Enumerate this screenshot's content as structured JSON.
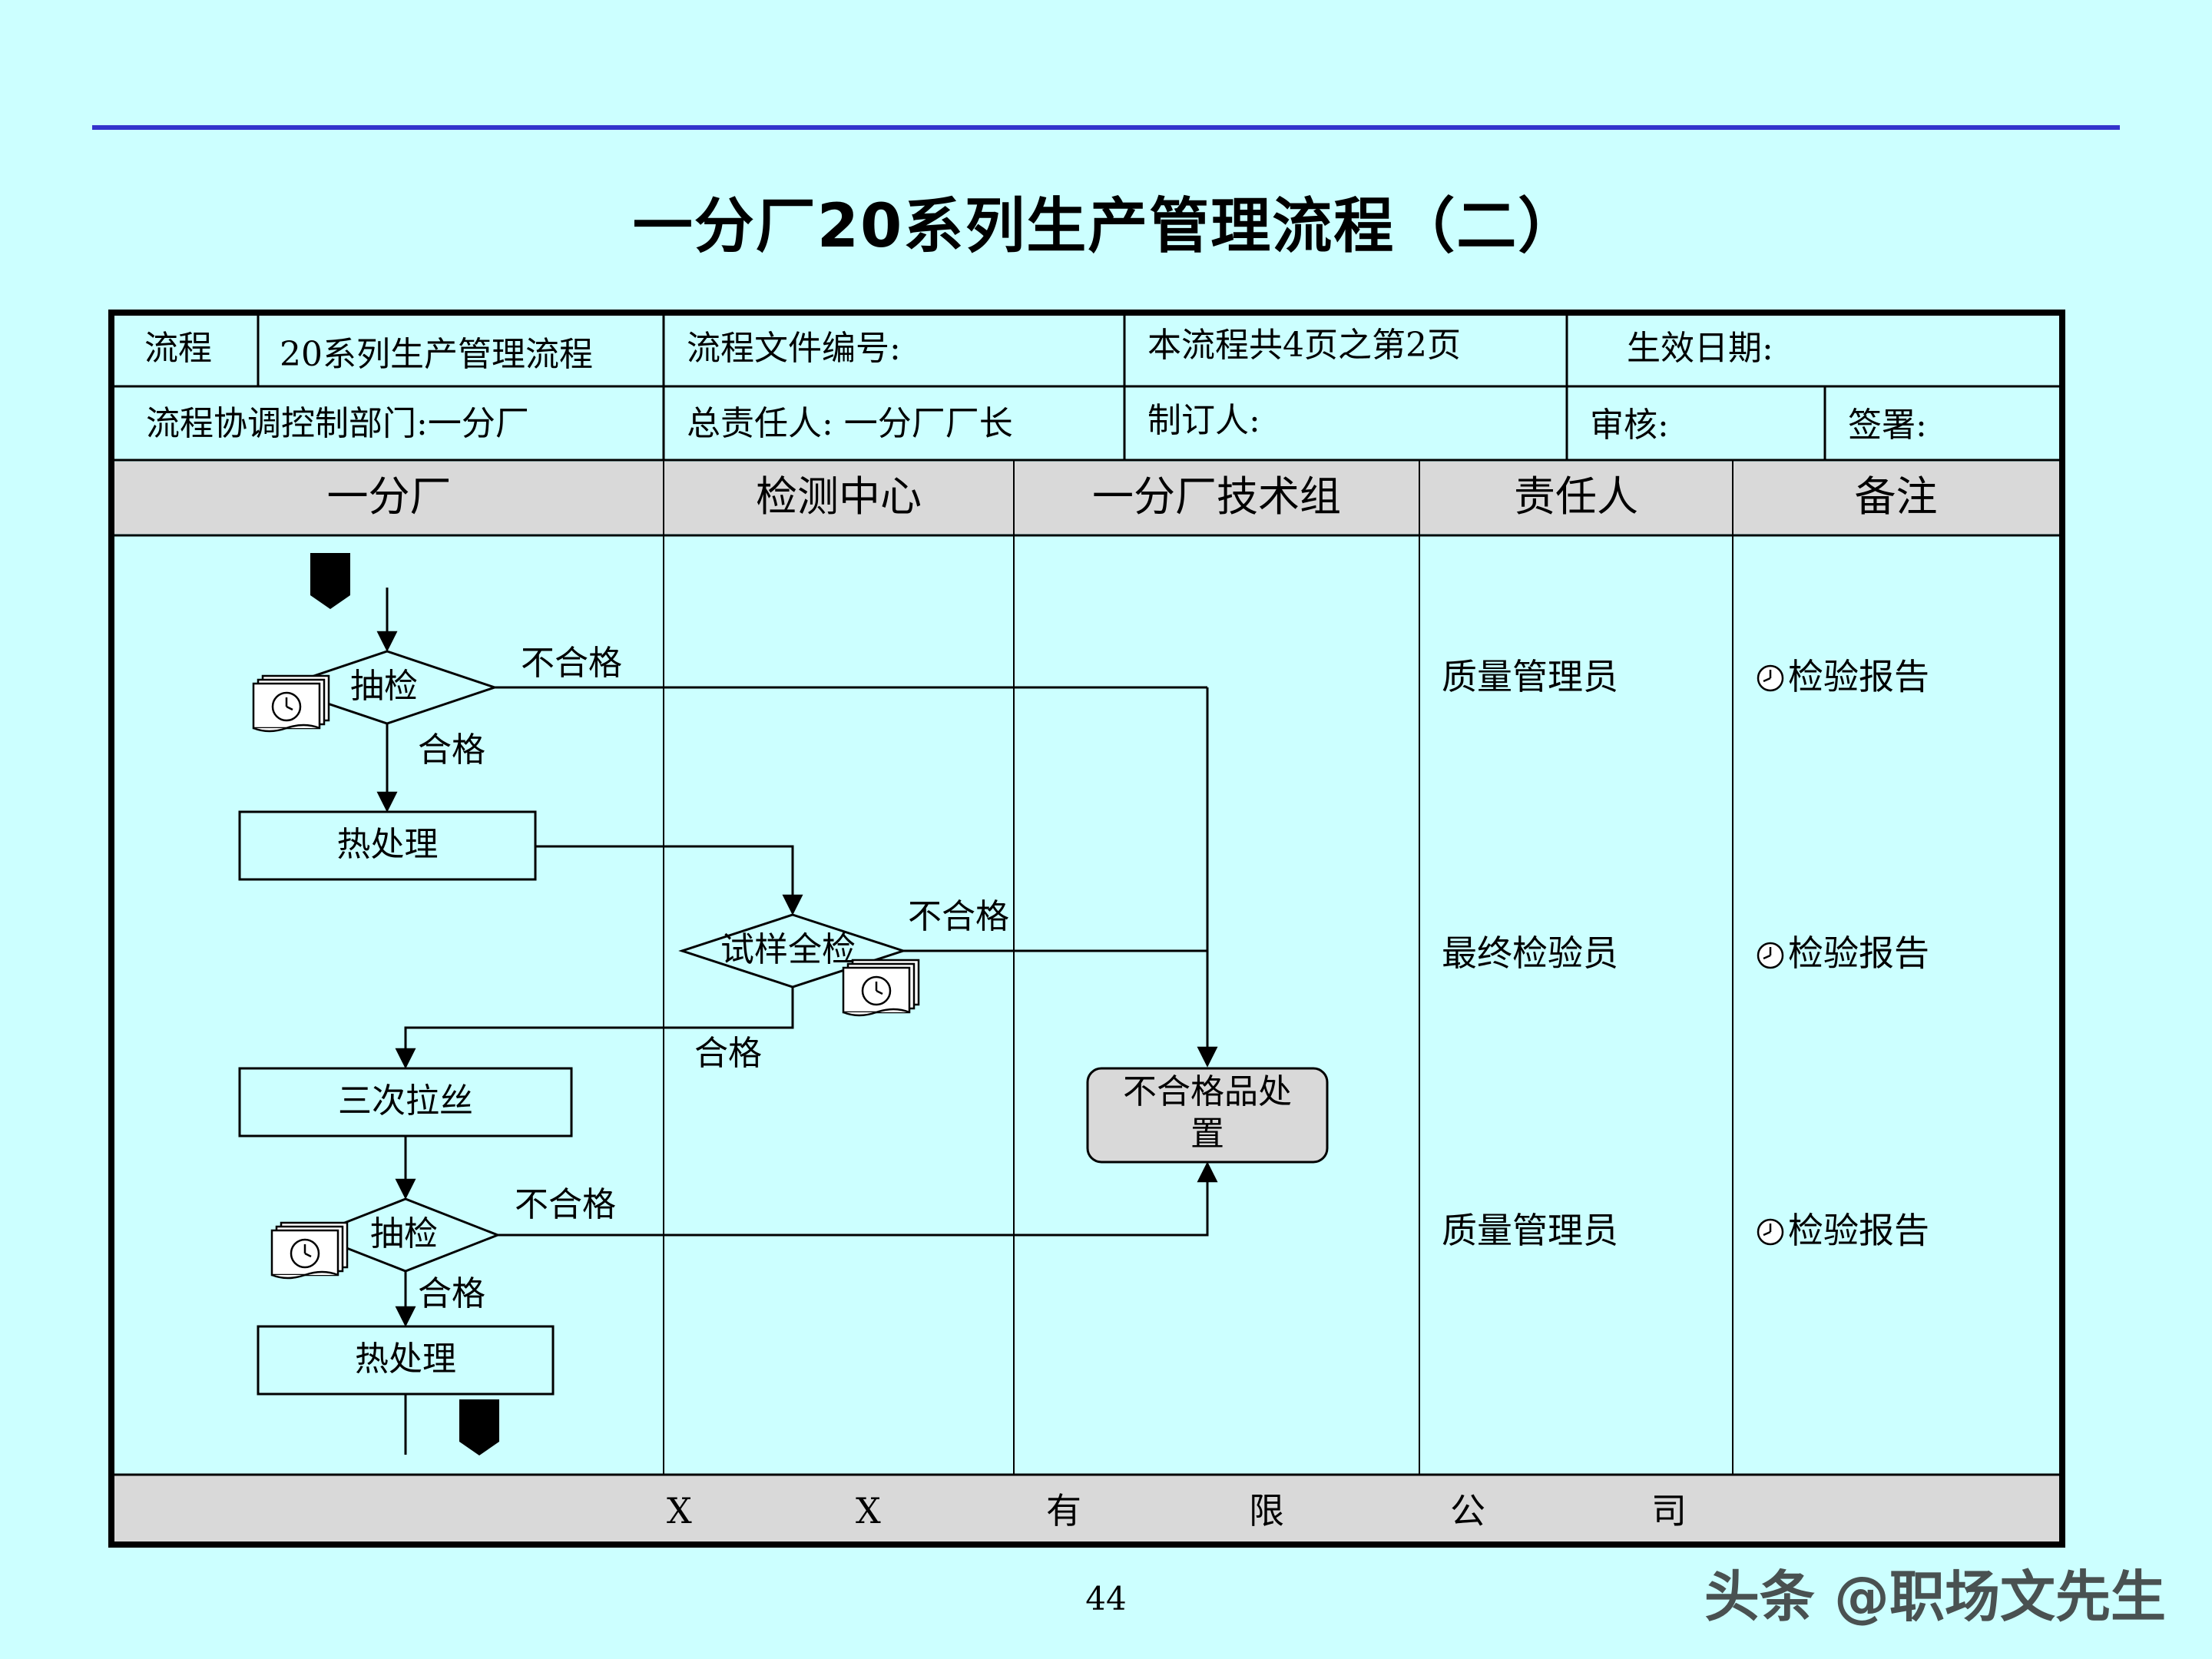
{
  "title": "一分厂20系列生产管理流程（二）",
  "info": {
    "process_label": "流程",
    "process_name": "20系列生产管理流程",
    "file_no": "流程文件编号:",
    "pages": "本流程共4页之第2页",
    "effective_date": "生效日期:",
    "dept": "流程协调控制部门:一分厂",
    "owner": "总责任人: 一分厂厂长",
    "drafter": "制订人:",
    "reviewer": "审核:",
    "signer": "签署:"
  },
  "columns": [
    "一分厂",
    "检测中心",
    "一分厂技术组",
    "责任人",
    "备注"
  ],
  "flow": {
    "inspect1": "抽检",
    "fail1": "不合格",
    "pass1": "合格",
    "heat1": "热处理",
    "sample_check": "试样全检",
    "fail2": "不合格",
    "pass2": "合格",
    "draw3": "三次拉丝",
    "inspect2": "抽检",
    "fail3": "不合格",
    "pass3": "合格",
    "heat2": "热处理",
    "nonconform_line1": "不合格品处",
    "nonconform_line2": "置"
  },
  "responsible": [
    "质量管理员",
    "最终检验员",
    "质量管理员"
  ],
  "notes": [
    "检验报告",
    "检验报告",
    "检验报告"
  ],
  "footer_chars": [
    "X",
    "X",
    "有",
    "限",
    "公",
    "司"
  ],
  "page_number": "44",
  "watermark": "头条 @职场文先生",
  "colors": {
    "background": "#ccffff",
    "header_band": "#d9d9d9",
    "rule_line": "#3333cc"
  }
}
